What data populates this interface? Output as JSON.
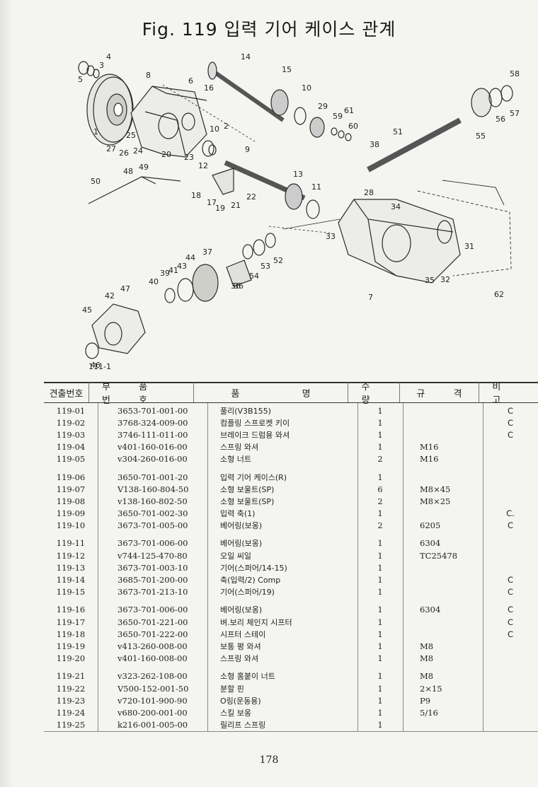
{
  "title": "Fig. 119  입력 기어 케이스 관계",
  "callouts": [
    "1",
    "2",
    "3",
    "4",
    "5",
    "6",
    "7",
    "8",
    "9",
    "10",
    "10",
    "11",
    "12",
    "13",
    "14",
    "15",
    "16",
    "17",
    "18",
    "19",
    "20",
    "21",
    "22",
    "23",
    "24",
    "25",
    "26",
    "27",
    "28",
    "29",
    "31",
    "32",
    "33",
    "34",
    "35",
    "36",
    "36",
    "37",
    "38",
    "39",
    "40",
    "41",
    "42",
    "43",
    "44",
    "45",
    "46",
    "47",
    "48",
    "49",
    "50",
    "51",
    "52",
    "53",
    "54",
    "55",
    "56",
    "57",
    "58",
    "59",
    "60",
    "61",
    "62",
    "111-1"
  ],
  "table": {
    "headers": [
      "견출번호",
      "부 품 번 호",
      "품 명",
      "수 량",
      "규 격",
      "비 고"
    ],
    "rows": [
      [
        "119-01",
        "3653-701-001-00",
        "풀리(V3B155)",
        "1",
        "",
        "C"
      ],
      [
        "119-02",
        "3768-324-009-00",
        "컴플링 스프로켓 키이",
        "1",
        "",
        "C"
      ],
      [
        "119-03",
        "3746-111-011-00",
        "브레이크 드럼용 와셔",
        "1",
        "",
        "C"
      ],
      [
        "119-04",
        "v401-160-016-00",
        "스프링 와셔",
        "1",
        "M16",
        ""
      ],
      [
        "119-05",
        "v304-260-016-00",
        "소형 너트",
        "2",
        "M16",
        ""
      ],
      [
        "119-06",
        "3650-701-001-20",
        "입력 기어 케이스(R)",
        "1",
        "",
        ""
      ],
      [
        "119-07",
        "V138-160-804-50",
        "소형 보울트(SP)",
        "6",
        "M8×45",
        ""
      ],
      [
        "119-08",
        "v138-160-802-50",
        "소형 보울트(SP)",
        "2",
        "M8×25",
        ""
      ],
      [
        "119-09",
        "3650-701-002-30",
        "입력 축(1)",
        "1",
        "",
        "C."
      ],
      [
        "119-10",
        "3673-701-005-00",
        "베어링(보옹)",
        "2",
        "6205",
        "C"
      ],
      [
        "119-11",
        "3673-701-006-00",
        "베어링(보옹)",
        "1",
        "6304",
        ""
      ],
      [
        "119-12",
        "v744-125-470-80",
        "오일 씨일",
        "1",
        "TC25478",
        ""
      ],
      [
        "119-13",
        "3673-701-003-10",
        "기어(스퍼어/14-15)",
        "1",
        "",
        ""
      ],
      [
        "119-14",
        "3685-701-200-00",
        "축(입력/2) Comp",
        "1",
        "",
        "C"
      ],
      [
        "119-15",
        "3673-701-213-10",
        "기어(스퍼어/19)",
        "1",
        "",
        "C"
      ],
      [
        "119-16",
        "3673-701-006-00",
        "베어링(보옹)",
        "1",
        "6304",
        "C"
      ],
      [
        "119-17",
        "3650-701-221-00",
        "벼.보리 체인지 시프터",
        "1",
        "",
        "C"
      ],
      [
        "119-18",
        "3650-701-222-00",
        "시프터 스테이",
        "1",
        "",
        "C"
      ],
      [
        "119-19",
        "v413-260-008-00",
        "보통 평 와셔",
        "1",
        "M8",
        ""
      ],
      [
        "119-20",
        "v401-160-008-00",
        "스프링 와셔",
        "1",
        "M8",
        ""
      ],
      [
        "119-21",
        "v323-262-108-00",
        "소형 홈붙이 너트",
        "1",
        "M8",
        ""
      ],
      [
        "119-22",
        "V500-152-001-50",
        "분할 핀",
        "1",
        "2×15",
        ""
      ],
      [
        "119-23",
        "v720-101-900-90",
        "O링(운동용)",
        "1",
        "P9",
        ""
      ],
      [
        "119-24",
        "v680-200-001-00",
        "스킬 보옹",
        "1",
        "5/16",
        ""
      ],
      [
        "119-25",
        "k216-001-005-00",
        "릴리프 스프링",
        "1",
        "",
        ""
      ]
    ]
  },
  "page_number": "178"
}
